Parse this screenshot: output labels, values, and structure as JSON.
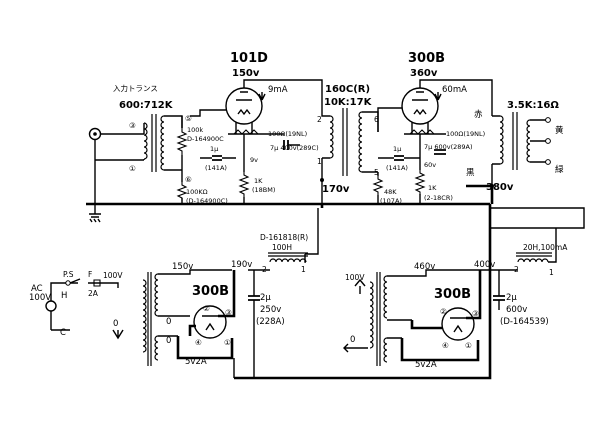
{
  "labels": {
    "v1_name": "101D",
    "v1_volt": "150v",
    "v1_cur": "9mA",
    "v2_name": "300B",
    "v2_volt": "360v",
    "v2_cur": "60mA",
    "in_trans": "入力トランス",
    "in_ratio": "600:712K",
    "interstage": "160C(R)",
    "inter_ratio": "10K:17K",
    "out_ratio": "3.5K:16Ω",
    "r100k_top": "100k",
    "d_top": "D-164900C",
    "r100k_bot": "100KΩ",
    "d_bot": "(D-164900C)",
    "c1u": "1μ",
    "c141a": "(141A)",
    "v9": "9v",
    "r1k_a": "1K",
    "r18bm": "(18BM)",
    "r100_a": "100Ω(19NL)",
    "c7u_a": "7μ 400v(289C)",
    "v170": "170v",
    "cm_1u": "1μ",
    "cm_141a": "(141A)",
    "r48k": "48K",
    "r107a": "(107A)",
    "r1k_b": "1K",
    "r2_18cr": "(2-18CR)",
    "r100_b": "100Ω(19NL)",
    "c7u_b": "7μ 600v(289A)",
    "v60": "60v",
    "v380": "380v",
    "aka": "赤",
    "kuro": "黒",
    "ki": "黄",
    "midori": "緑",
    "choke1_id": "D-161818(R)",
    "choke1_h": "100H",
    "choke2": "20H,100mA",
    "ps1_150": "150v",
    "ps1_190": "190v",
    "ps2_460": "460v",
    "ps2_400": "400v",
    "ac": "AC",
    "ac_v": "100V",
    "ps_sw": "P.S",
    "fuse": "F",
    "fuse_a": "2A",
    "v100": "100V",
    "h_lbl": "H",
    "c_lbl": "C",
    "zero": "0",
    "rect1": "300B",
    "rect1_heater": "5v2A",
    "rect1_cap": "2μ",
    "rect1_cap_v": "250v",
    "rect1_cap_id": "(228A)",
    "rect2": "300B",
    "rect2_heater": "5v2A",
    "rect2_cap": "2μ",
    "rect2_cap_v": "600v",
    "rect2_cap_id": "(D-164539)",
    "v100_2": "100V",
    "p1": "①",
    "p2": "②",
    "p3": "③",
    "p4": "④",
    "p5": "⑤",
    "p6": "⑥",
    "n1": "1",
    "n2": "2",
    "n5": "5",
    "n6": "6"
  }
}
